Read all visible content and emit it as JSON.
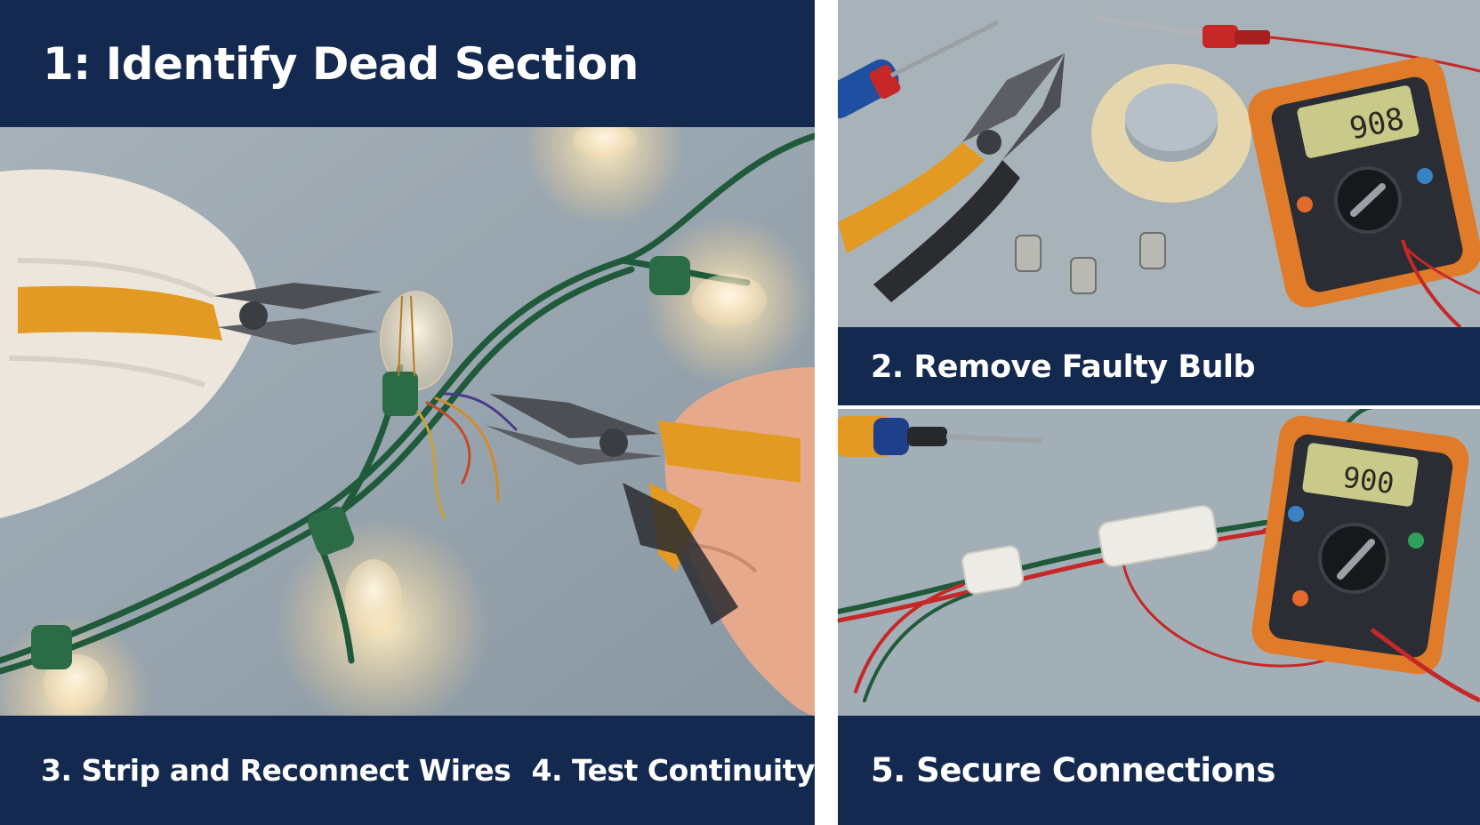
{
  "colors": {
    "banner": "#13294f",
    "banner_text": "#ffffff",
    "divider": "#ffffff",
    "surface": "#9aa8b2",
    "wire_green": "#1f5a3a",
    "wire_red": "#c62828",
    "multimeter_body": "#e07b2a",
    "multimeter_screen": "#c9c98a",
    "plier_handle": "#e39a22",
    "bulb_glow": "#ffd38a"
  },
  "panels": {
    "step1": {
      "title": "1: Identify Dead Section"
    },
    "step2": {
      "title": "2. Remove Faulty Bulb",
      "meter_reading": "908"
    },
    "step3": {
      "title": "3. Strip and Reconnect Wires"
    },
    "step4": {
      "title": "4. Test Continuity"
    },
    "step5": {
      "title": "5. Secure Connections",
      "meter_reading": "900"
    }
  },
  "icons": {
    "step1": [
      "glove-icon",
      "pliers-icon",
      "bulb-icon",
      "light-string-icon",
      "hand-icon"
    ],
    "step2": [
      "screwdriver-icon",
      "pliers-icon",
      "tape-roll-icon",
      "bulb-base-icon",
      "multimeter-icon",
      "soldering-iron-icon"
    ],
    "step5": [
      "soldering-iron-icon",
      "tape-wrap-icon",
      "multimeter-icon",
      "wire-bundle-icon"
    ]
  }
}
